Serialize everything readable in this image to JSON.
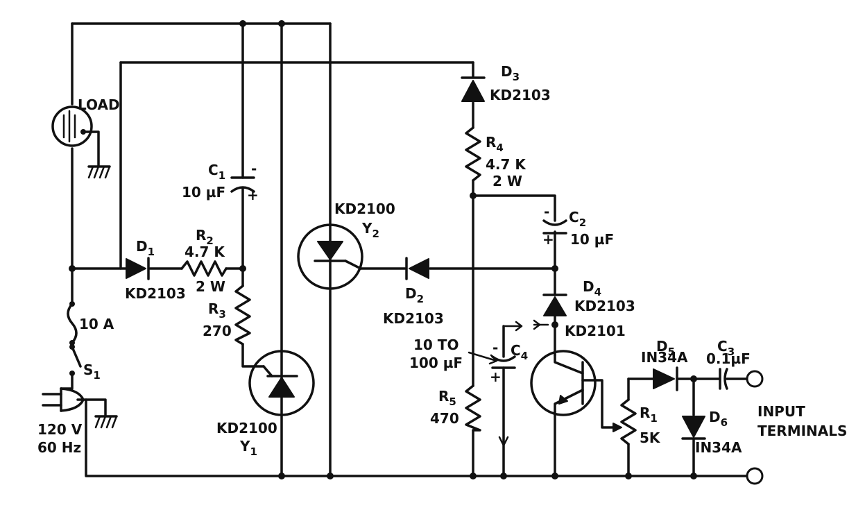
{
  "labels": {
    "load": "LOAD",
    "d1_name": "D",
    "d1_sub": "1",
    "d1_part": "KD2103",
    "r2_name": "R",
    "r2_sub": "2",
    "r2_value": "4.7 K",
    "r2_watt": "2 W",
    "r3_name": "R",
    "r3_sub": "3",
    "r3_value": "270",
    "c1_name": "C",
    "c1_sub": "1",
    "c1_value": "10 µF",
    "y1_part": "KD2100",
    "y1_name": "Y",
    "y1_sub": "1",
    "y2_part": "KD2100",
    "y2_name": "Y",
    "y2_sub": "2",
    "d2_name": "D",
    "d2_sub": "2",
    "d2_part": "KD2103",
    "d3_name": "D",
    "d3_sub": "3",
    "d3_part": "KD2103",
    "r4_name": "R",
    "r4_sub": "4",
    "r4_value": "4.7 K",
    "r4_watt": "2 W",
    "c2_name": "C",
    "c2_sub": "2",
    "c2_value": "10 µF",
    "d4_name": "D",
    "d4_sub": "4",
    "d4_part": "KD2103",
    "q_part": "KD2101",
    "c4_name": "C",
    "c4_sub": "4",
    "c4_range1": "10 TO",
    "c4_range2": "100 µF",
    "r5_name": "R",
    "r5_sub": "5",
    "r5_value": "470",
    "r1_name": "R",
    "r1_sub": "1",
    "r1_value": "5K",
    "d5_name": "D",
    "d5_sub": "5",
    "d5_part": "IN34A",
    "d6_name": "D",
    "d6_sub": "6",
    "d6_part": "IN34A",
    "c3_name": "C",
    "c3_sub": "3",
    "c3_value": "0.1µF",
    "input1": "INPUT",
    "input2": "TERMINALS",
    "fuse": "10 A",
    "s1_name": "S",
    "s1_sub": "1",
    "mains_v": "120 V",
    "mains_f": "60 Hz",
    "plus": "+",
    "minus": "-"
  }
}
